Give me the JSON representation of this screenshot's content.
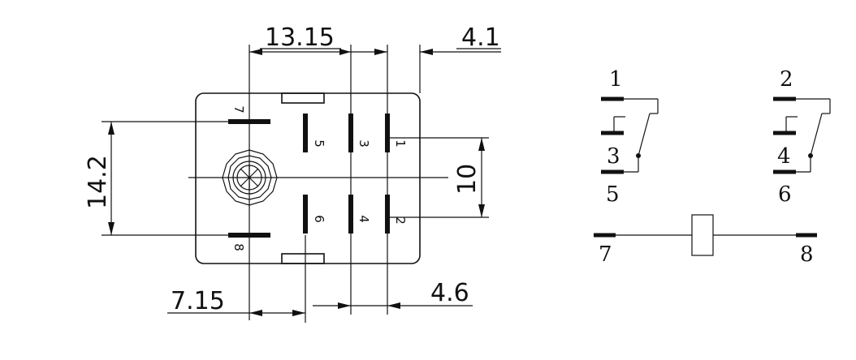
{
  "dimensions": {
    "width_13_15": "13.15",
    "width_4_1": "4.1",
    "height_14_2": "14.2",
    "height_10": "10",
    "width_7_15": "7.15",
    "width_4_6": "4.6"
  },
  "footprint_pins": {
    "p7": "7",
    "p5": "5",
    "p3": "3",
    "p1": "1",
    "p8": "8",
    "p6": "6",
    "p4": "4",
    "p2": "2"
  },
  "schematic": {
    "relay_a": {
      "top": "1",
      "mid": "3",
      "bottom": "5"
    },
    "relay_b": {
      "top": "2",
      "mid": "4",
      "bottom": "6"
    },
    "coil": {
      "left": "7",
      "right": "8"
    }
  }
}
